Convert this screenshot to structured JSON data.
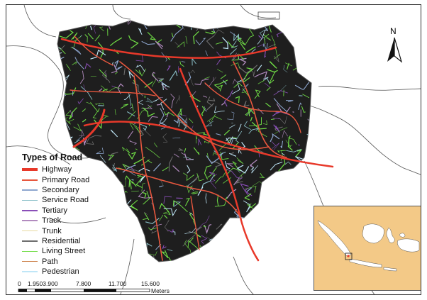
{
  "legend": {
    "title": "Types of Road",
    "items": [
      {
        "label": "Highway",
        "color": "#e8392a",
        "width": 4
      },
      {
        "label": "Primary Road",
        "color": "#e8573e",
        "width": 2
      },
      {
        "label": "Secondary",
        "color": "#8ea7cf",
        "width": 1.5
      },
      {
        "label": "Service Road",
        "color": "#8bc0c9",
        "width": 1.5
      },
      {
        "label": "Tertiary",
        "color": "#8a4fb8",
        "width": 1.5
      },
      {
        "label": "Track",
        "color": "#b28bbf",
        "width": 1.5
      },
      {
        "label": "Trunk",
        "color": "#e8d9a0",
        "width": 1.5
      },
      {
        "label": "Residential",
        "color": "#6e6e6e",
        "width": 1.5
      },
      {
        "label": "Living Street",
        "color": "#6fdc45",
        "width": 1.5
      },
      {
        "label": "Path",
        "color": "#c8763a",
        "width": 1.5
      },
      {
        "label": "Pedestrian",
        "color": "#bfe6f7",
        "width": 1.5
      }
    ]
  },
  "north": {
    "label": "N"
  },
  "scale": {
    "ticks": [
      "0",
      "1.9503.900",
      "7.800",
      "11.700",
      "15.600"
    ],
    "units": "Meters"
  },
  "colors": {
    "land": "#f3c987",
    "sea": "#ffffff",
    "city_fill": "#1a1a1a",
    "outline": "#444444"
  },
  "inset": {
    "label": "locator-map"
  }
}
